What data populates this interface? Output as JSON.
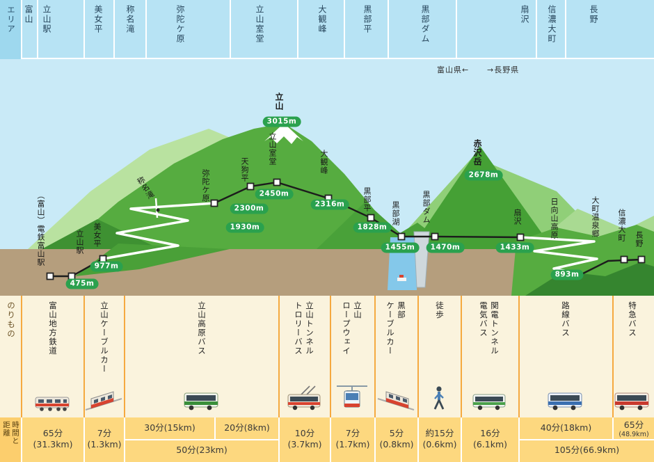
{
  "header": {
    "label": "エリア",
    "areas": [
      "富山",
      "立山駅",
      "美女平",
      "称名滝",
      "弥陀ケ原",
      "立山室堂",
      "大観峰",
      "黒部平",
      "黒部ダム",
      "扇沢",
      "信濃大町",
      "長野"
    ]
  },
  "map": {
    "prefectures": {
      "left": "富山県←",
      "right": "→長野県"
    },
    "peaks": [
      {
        "name": "立山",
        "elevation": "3015m"
      },
      {
        "name": "赤沢岳",
        "elevation": "2678m"
      }
    ],
    "stations": [
      {
        "name": "（富山）電鉄富山駅",
        "elevation": ""
      },
      {
        "name": "立山駅",
        "elevation": "475m"
      },
      {
        "name": "美女平",
        "elevation": "977m"
      },
      {
        "name": "称名滝",
        "elevation": ""
      },
      {
        "name": "弥陀ケ原",
        "elevation": "1930m"
      },
      {
        "name": "天狗平",
        "elevation": "2300m"
      },
      {
        "name": "立山室堂",
        "elevation": "2450m"
      },
      {
        "name": "大観峰",
        "elevation": "2316m"
      },
      {
        "name": "黒部平",
        "elevation": "1828m"
      },
      {
        "name": "黒部湖",
        "elevation": "1455m"
      },
      {
        "name": "黒部ダム",
        "elevation": "1470m"
      },
      {
        "name": "扇沢",
        "elevation": "1433m"
      },
      {
        "name": "日向山高原",
        "elevation": ""
      },
      {
        "name": "大町温泉郷",
        "elevation": "893m"
      },
      {
        "name": "信濃大町",
        "elevation": ""
      },
      {
        "name": "長野",
        "elevation": ""
      }
    ]
  },
  "transport": {
    "label": "のりもの",
    "modes": [
      {
        "name": "富山地方鉄道",
        "icon": "train-icon"
      },
      {
        "name": "立山ケーブルカー",
        "icon": "cablecar-icon"
      },
      {
        "name": "立山高原バス",
        "icon": "highland-bus-icon"
      },
      {
        "name": "立山トンネル\nトロリーバス",
        "icon": "trolleybus-icon"
      },
      {
        "name": "立山\nロープウェイ",
        "icon": "ropeway-icon"
      },
      {
        "name": "黒部\nケーブルカー",
        "icon": "cablecar-icon"
      },
      {
        "name": "徒歩",
        "icon": "walker-icon"
      },
      {
        "name": "関電トンネル\n電気バス",
        "icon": "electric-bus-icon"
      },
      {
        "name": "路線バス",
        "icon": "local-bus-icon"
      },
      {
        "name": "特急バス",
        "icon": "express-bus-icon"
      }
    ]
  },
  "time_distance": {
    "label": "時間と\n距離",
    "segments": [
      {
        "time": "65分",
        "distance": "(31.3km)"
      },
      {
        "time": "7分",
        "distance": "(1.3km)"
      },
      {
        "time": "30分(15km)"
      },
      {
        "time": "20分(8km)"
      },
      {
        "time": "50分(23km)"
      },
      {
        "time": "10分",
        "distance": "(3.7km)"
      },
      {
        "time": "7分",
        "distance": "(1.7km)"
      },
      {
        "time": "5分",
        "distance": "(0.8km)"
      },
      {
        "time": "約15分",
        "distance": "(0.6km)"
      },
      {
        "time": "16分",
        "distance": "(6.1km)"
      },
      {
        "time": "40分(18km)"
      },
      {
        "time": "65分",
        "distance": "(48.9km)"
      },
      {
        "time": "105分(66.9km)"
      }
    ]
  },
  "colors": {
    "header_blue": "#b7e3f4",
    "sky_blue": "#c9eaf7",
    "badge_green": "#2aa14e",
    "cream": "#faf3dd",
    "divider_orange": "#f5a93f",
    "time_yellow": "#fdd87f",
    "mountain_green": "#56ac40",
    "ground_brown": "#b59e7d"
  }
}
